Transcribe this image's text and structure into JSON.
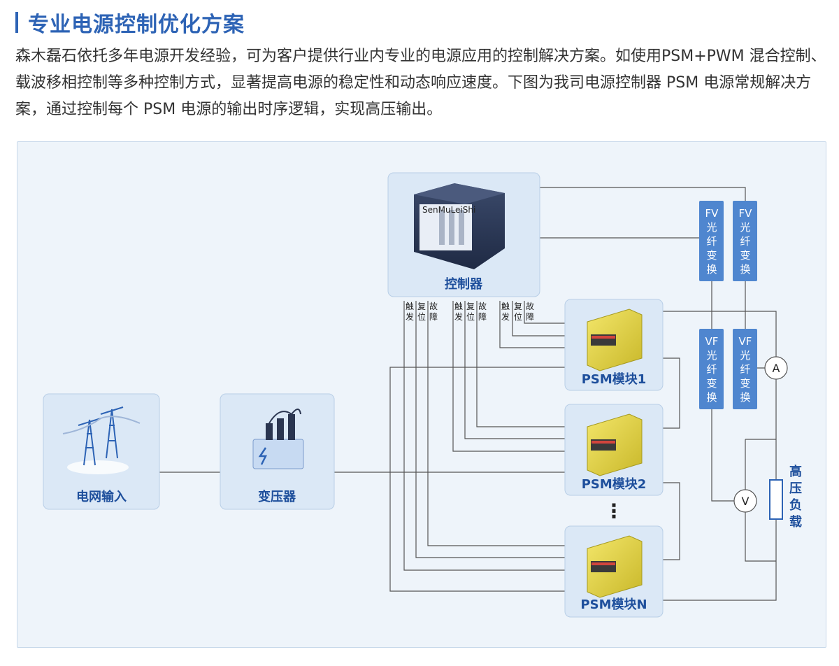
{
  "header": {
    "title": "专业电源控制优化方案",
    "intro": "森木磊石依托多年电源开发经验，可为客户提供行业内专业的电源应用的控制解决方案。如使用PSM+PWM 混合控制、载波移相控制等多种控制方式，显著提高电源的稳定性和动态响应速度。下图为我司电源控制器 PSM 电源常规解决方案，通过控制每个 PSM 电源的输出时序逻辑，实现高压输出。"
  },
  "diagram": {
    "grid_input": "电网输入",
    "transformer": "变压器",
    "controller": "控制器",
    "brand": "SenMuLeiShi",
    "psm1": "PSM模块1",
    "psm2": "PSM模块2",
    "psmN": "PSM模块N",
    "ellipsis": "⋮",
    "signals": [
      "触发",
      "复位",
      "故障"
    ],
    "fv": "FV光纤变换",
    "vf": "VF光纤变换",
    "ammeter": "A",
    "voltmeter": "V",
    "load": "高压负载"
  },
  "colors": {
    "accent": "#2d63b5",
    "panel_bg": "#eef4fa",
    "box_bg": "#dbe8f6",
    "fiber_box": "#4f86cf",
    "psm_yellow": "#e8d94a"
  }
}
